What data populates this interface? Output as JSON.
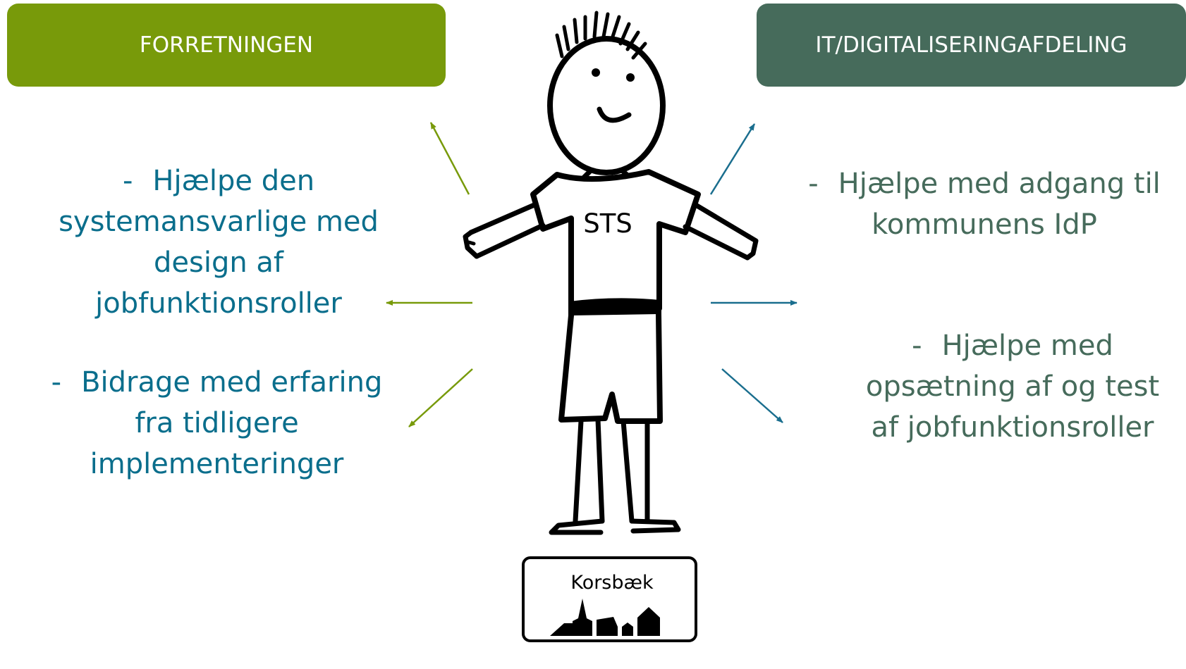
{
  "headers": {
    "left": "FORRETNINGEN",
    "right": "IT/DIGITALISERINGAFDELING"
  },
  "left_items": [
    {
      "dash": "-",
      "lines": [
        "Hjælpe den",
        "systemansvarlige med",
        "design af",
        "jobfunktionsroller"
      ]
    },
    {
      "dash": "-",
      "lines": [
        "Bidrage med erfaring",
        "fra tidligere",
        "implementeringer"
      ]
    }
  ],
  "right_items": [
    {
      "dash": "-",
      "lines": [
        "Hjælpe med adgang til",
        "kommunens IdP"
      ]
    },
    {
      "dash": "-",
      "lines": [
        "Hjælpe med",
        "opsætning af og test",
        "af jobfunktionsroller"
      ]
    }
  ],
  "figure": {
    "shirt_label": "STS",
    "sign_label": "Korsbæk"
  },
  "colors": {
    "left_accent": "#789a0a",
    "right_accent": "#466b5b",
    "left_text": "#0a6e8c",
    "right_arrow": "#1a6e8e"
  }
}
